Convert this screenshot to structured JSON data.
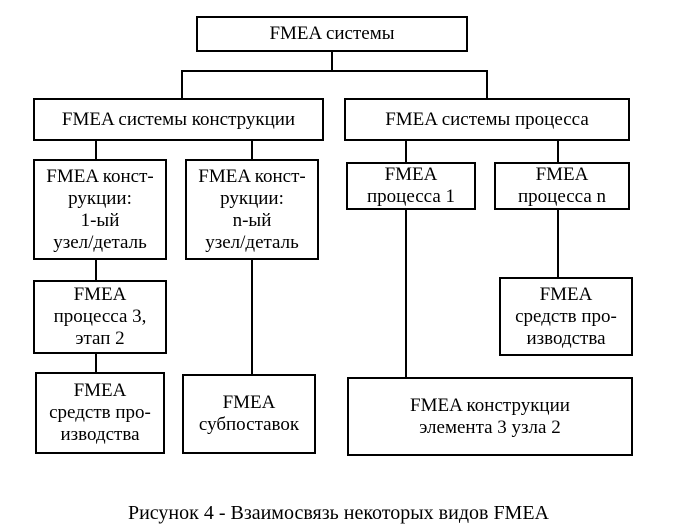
{
  "diagram": {
    "top": "FMEA системы",
    "design_branch": "FMEA системы конструкции",
    "process_branch": "FMEA системы процесса",
    "design_node_1": "FMEA конст-\nрукции:\n1-ый\nузел/деталь",
    "design_node_n": "FMEA конст-\nрукции:\nn-ый\nузел/деталь",
    "process_node_1": "FMEA\nпроцесса 1",
    "process_node_n": "FMEA\nпроцесса n",
    "process_stage": "FMEA\nпроцесса 3,\nэтап 2",
    "tooling_right": "FMEA\nсредств про-\nизводства",
    "tooling_left": "FMEA\nсредств про-\nизводства",
    "subsuppliers": "FMEA\nсубпоставок",
    "element_design": "FMEA конструкции\nэлемента 3 узла 2"
  },
  "caption": "Рисунок 4 - Взаимосвязь некоторых видов FMEA"
}
